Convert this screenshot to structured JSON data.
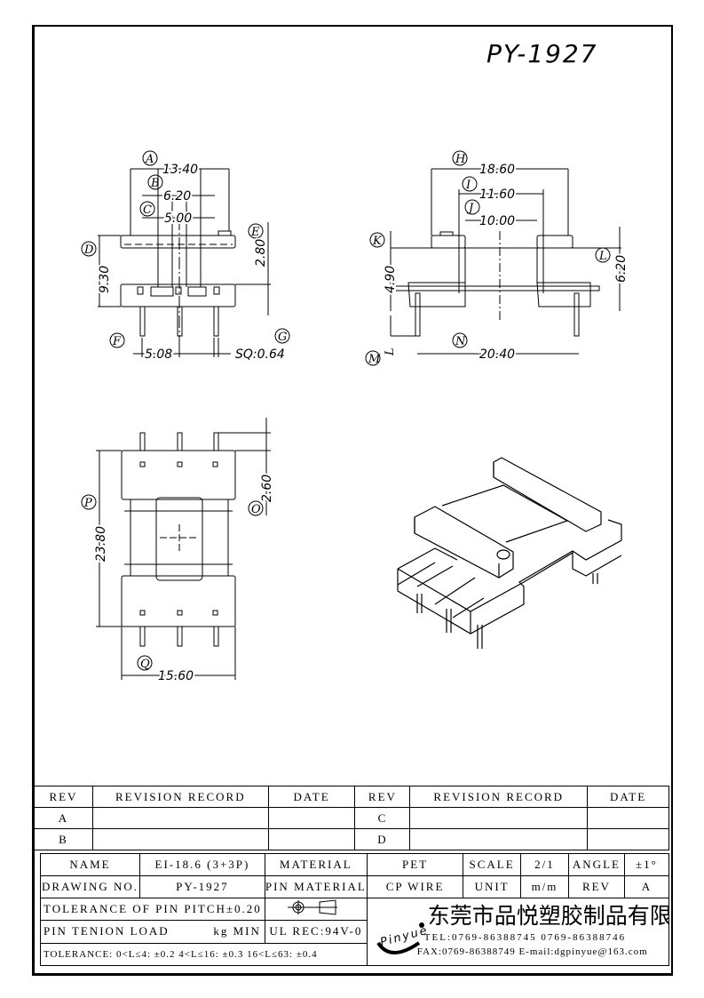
{
  "title": "PY-1927",
  "views": {
    "front": {
      "A": "A",
      "A_val": "13.40",
      "B": "B",
      "B_val": "6.20",
      "C": "C",
      "C_val": "5.00",
      "D": "D",
      "D_val": "9.30",
      "E": "E",
      "E_val": "2.80",
      "F": "F",
      "F_val": "5.08",
      "G": "G",
      "G_val": "SQ:0.64"
    },
    "side": {
      "H": "H",
      "H_val": "18.60",
      "I": "I",
      "I_val": "11.60",
      "J": "J",
      "J_val": "10.00",
      "K": "K",
      "K_val": "4.90",
      "L": "L",
      "L_val": "6.20",
      "M": "M",
      "M_val": "L",
      "N": "N",
      "N_val": "20.40"
    },
    "top": {
      "O": "O",
      "O_val": "2.60",
      "P": "P",
      "P_val": "23.80",
      "Q": "Q",
      "Q_val": "15.60"
    }
  },
  "revision": {
    "headers": [
      "REV",
      "REVISION RECORD",
      "DATE",
      "REV",
      "REVISION RECORD",
      "DATE"
    ],
    "rows": [
      [
        "A",
        "",
        "",
        "C",
        "",
        ""
      ],
      [
        "B",
        "",
        "",
        "D",
        "",
        ""
      ]
    ]
  },
  "title_block": {
    "name_label": "NAME",
    "name": "EI-18.6 (3+3P)",
    "material_label": "MATERIAL",
    "material": "PET",
    "scale_label": "SCALE",
    "scale": "2/1",
    "angle_label": "ANGLE",
    "angle": "±1°",
    "drawing_no_label": "DRAWING NO.",
    "drawing_no": "PY-1927",
    "pin_material_label": "PIN MATERIAL",
    "pin_material": "CP WIRE",
    "unit_label": "UNIT",
    "unit": "m/m",
    "rev_label": "REV",
    "rev": "A",
    "pitch_tolerance": "TOLERANCE OF PIN PITCH±0.20",
    "pin_tension_label": "PIN TENION LOAD",
    "pin_tension_unit": "kg MIN",
    "ul": "UL REC:94V-0",
    "tolerance": "TOLERANCE: 0<L≤4: ±0.2  4<L≤16: ±0.3  16<L≤63: ±0.4",
    "company": "东莞市品悦塑胶制品有限公司",
    "logo": "Pinyue",
    "tel": "TEL:0769-86388745    0769-86388746",
    "fax": "FAX:0769-86388749  E-mail:dgpinyue@163.com"
  }
}
